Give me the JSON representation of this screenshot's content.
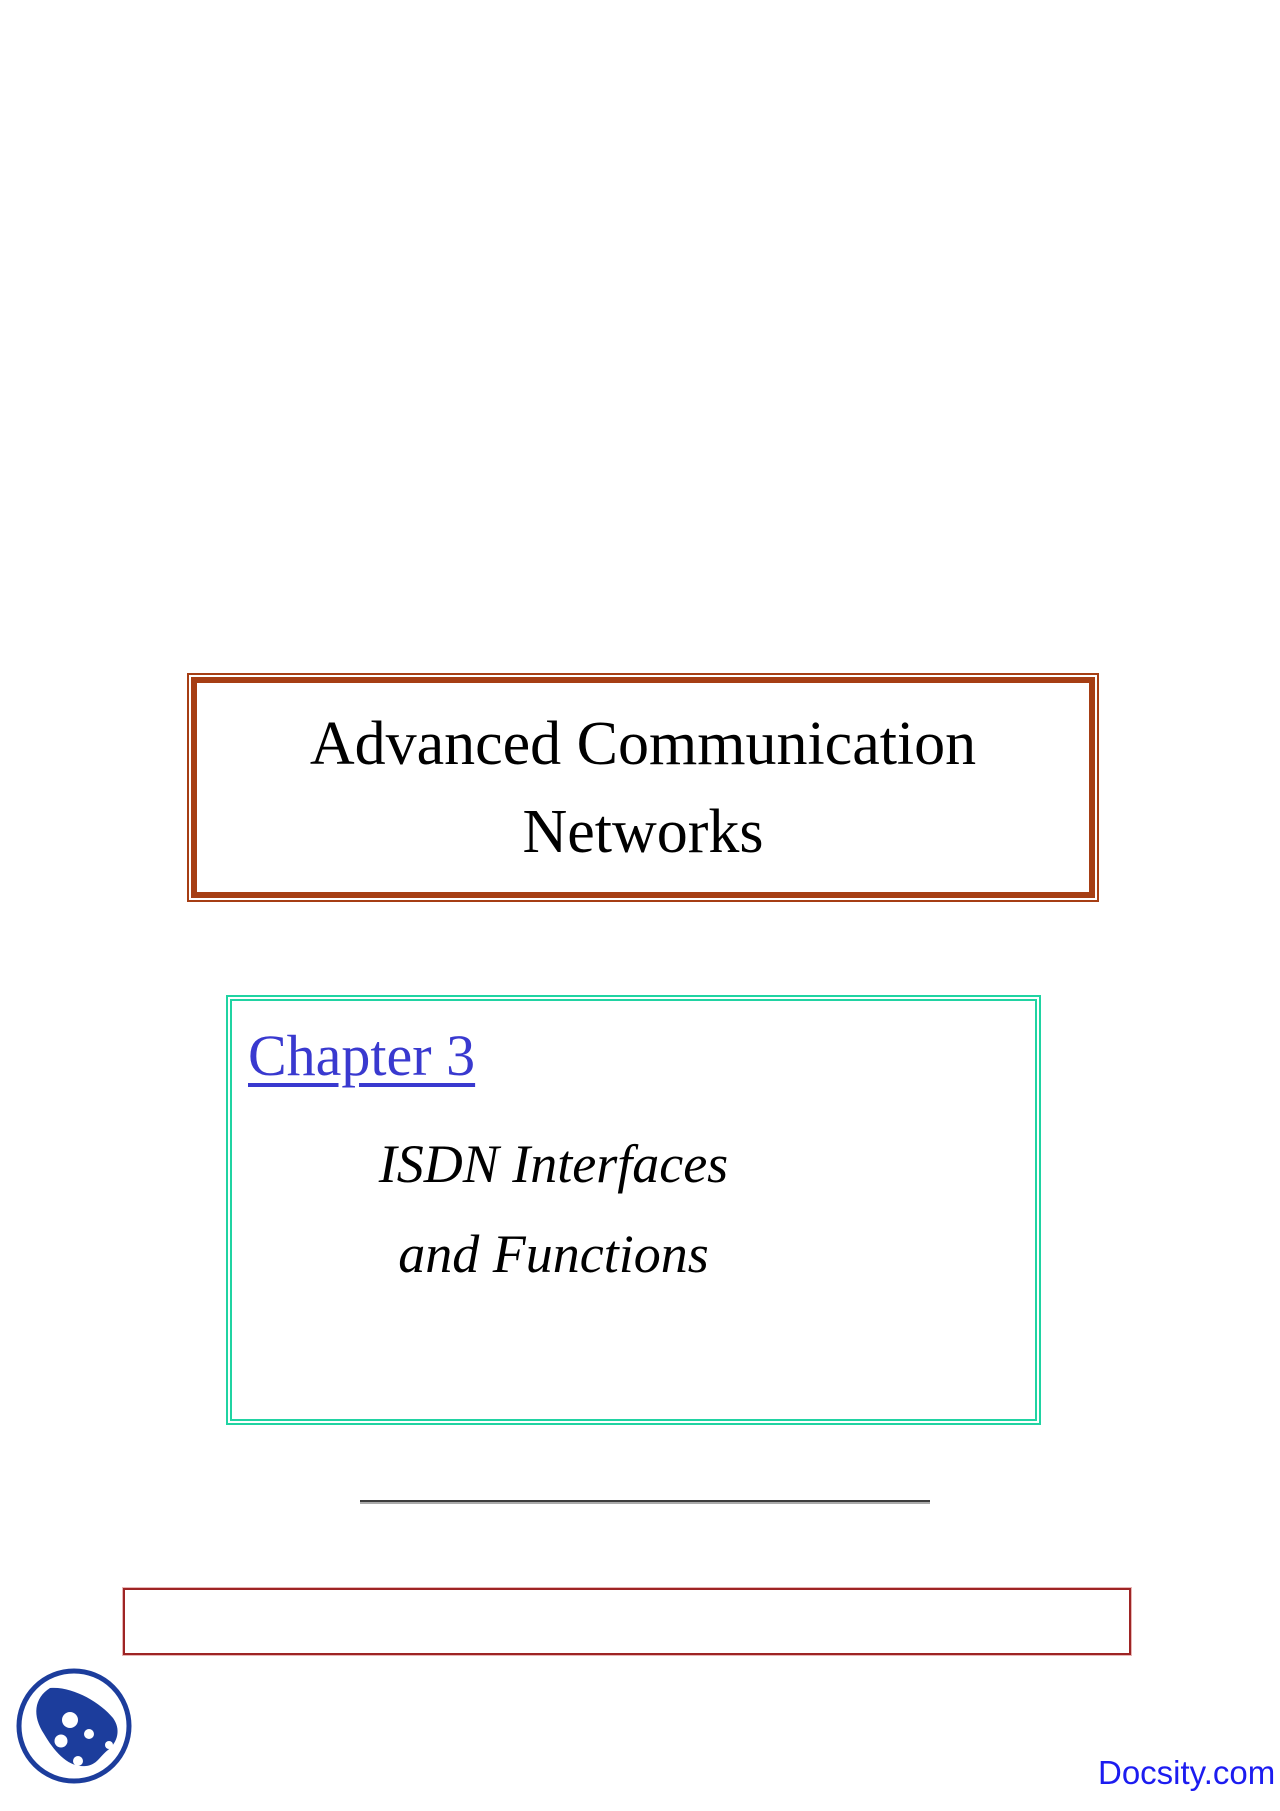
{
  "colors": {
    "title_border": "#a63e14",
    "chapter_border": "#20d3a2",
    "chapter_heading": "#3939cf",
    "footer_border": "#9e2424",
    "divider": "#3d3d3d",
    "watermark": "#1c1cf0",
    "logo": "#1c3d9c"
  },
  "title_box": {
    "line1": "Advanced Communication",
    "line2": "Networks"
  },
  "chapter_box": {
    "heading": "Chapter 3",
    "subtitle_line1": "ISDN Interfaces",
    "subtitle_line2": "and Functions"
  },
  "watermark": {
    "text": "Docsity.com"
  },
  "icons": {
    "logo": "docsity-ocarina-logo"
  }
}
